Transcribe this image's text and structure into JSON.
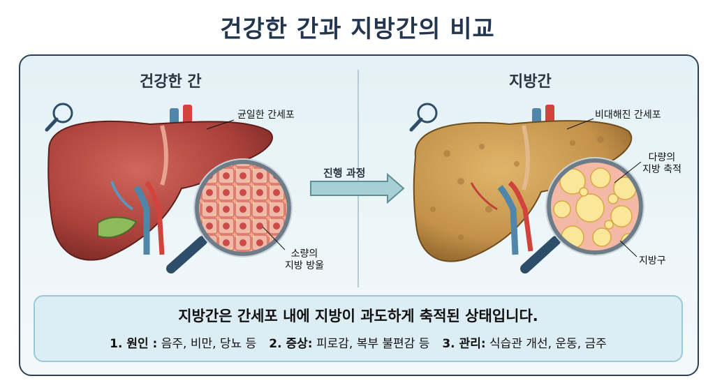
{
  "title": "건강한 간과 지방간의 비교",
  "left_panel": {
    "title": "건강한 간",
    "label_top": "균일한 간세포",
    "label_bottom_1": "소량의",
    "label_bottom_2": "지방 방울"
  },
  "middle": {
    "progress_label": "진행 과정"
  },
  "right_panel": {
    "title": "지방간",
    "label_top": "비대해진 간세포",
    "label_mid_1": "다량의",
    "label_mid_2": "지방 축적",
    "label_bottom": "지방구"
  },
  "summary": {
    "title": "지방간은 간세포 내에 지방이 과도하게 축적된 상태입니다.",
    "item1_head": "1. 원인 :",
    "item1_text": " 음주, 비만, 당뇨 등",
    "item2_head": "2. 증상:",
    "item2_text": " 피로감, 복부 불편감 등",
    "item3_head": "3. 관리:",
    "item3_text": " 식습관 개선, 운동, 금주"
  },
  "colors": {
    "healthy_liver": "#b5463f",
    "fatty_liver": "#c99a4c",
    "frame_border": "#2d4055",
    "arrow": "#7fb6bd"
  }
}
